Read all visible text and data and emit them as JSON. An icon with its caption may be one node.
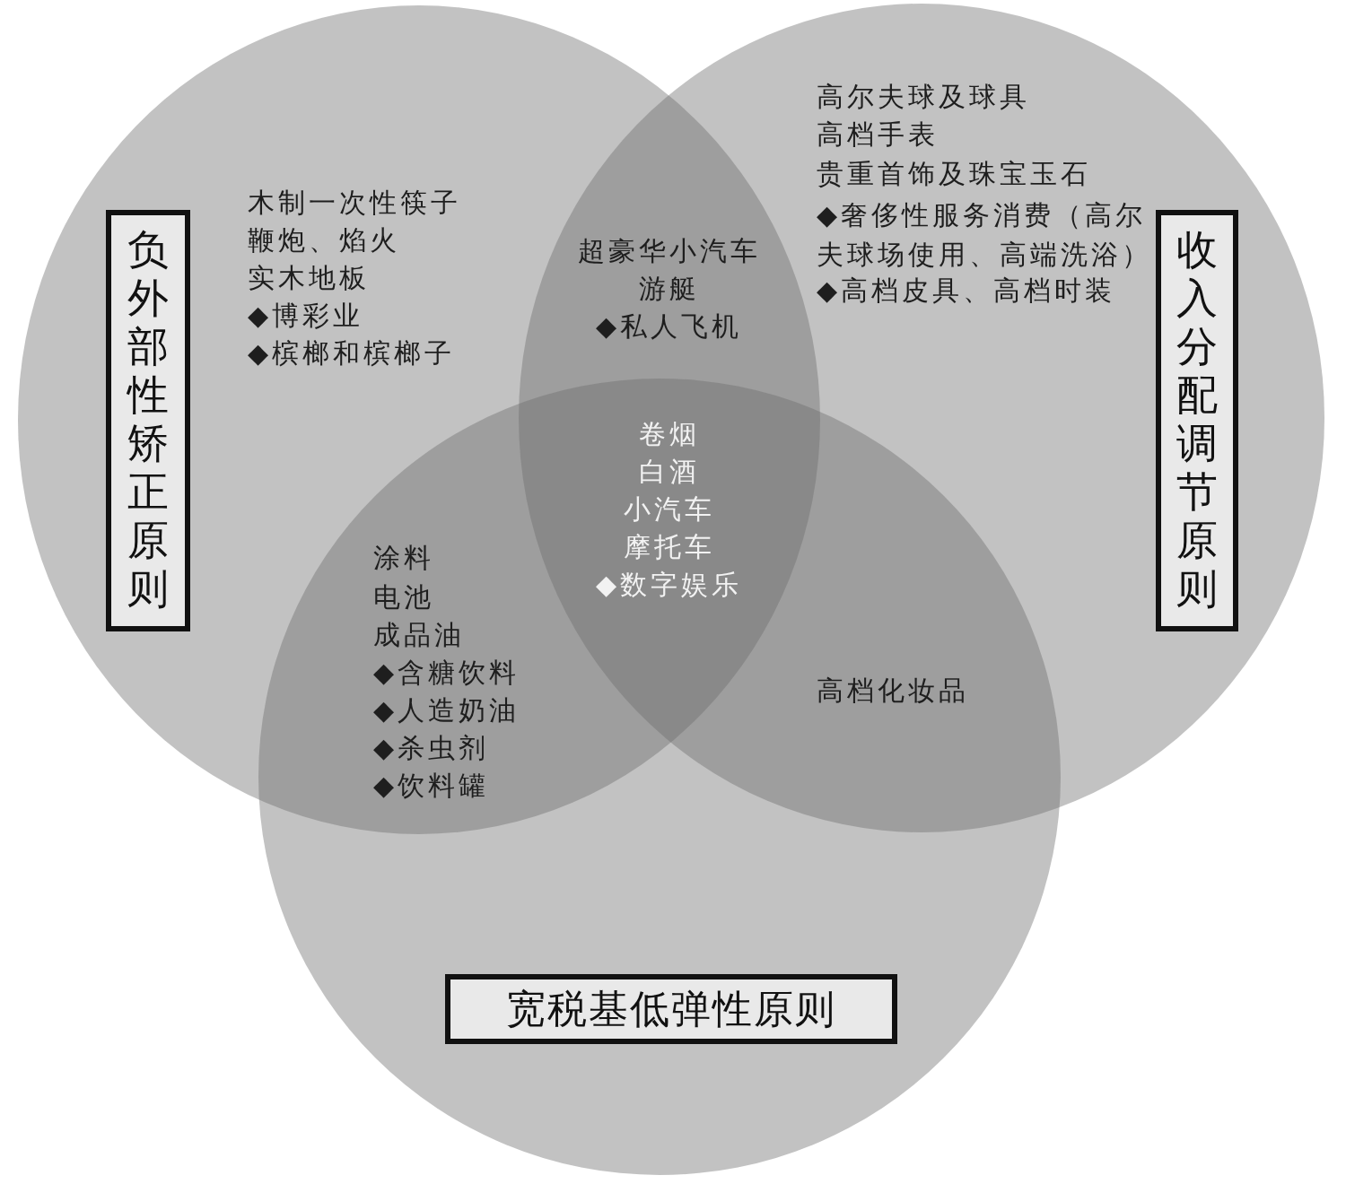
{
  "diagram": {
    "nodes": [
      {
        "text": [],
        "shape": "circle"
      },
      {
        "text": [
          "负外部性矫正原则"
        ],
        "in": 0
      },
      {
        "text": [],
        "shape": "circle"
      },
      {
        "text": [
          "收入分配调节原则"
        ],
        "in": 2
      },
      {
        "text": [],
        "shape": "circle"
      },
      {
        "text": [
          "宽税基低弹性原则"
        ],
        "in": 4
      }
    ],
    "labels": [
      "高尔夫球及球具",
      "高档手表",
      "贵重首饰及珠宝玉石",
      "◆奢侈性服务消费（高尔夫球场使用、高端洗浴）",
      "◆高档皮具、高档时装",
      "木制一次性筷子",
      "鞭炮、焰火",
      "实木地板",
      "◆博彩业",
      "◆槟榔和槟榔子",
      "超豪华小汽车",
      "游艇",
      "◆私人飞机",
      "卷烟",
      "白酒",
      "小汽车",
      "摩托车",
      "◆数字娱乐",
      "涂料",
      "电池",
      "成品油",
      "◆含糖饮料",
      "◆人造奶油",
      "◆杀虫剂",
      "◆饮料罐",
      "高档化妆品"
    ]
  }
}
